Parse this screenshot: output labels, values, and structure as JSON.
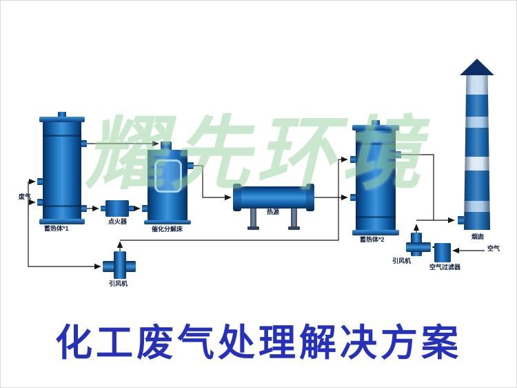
{
  "page": {
    "title": "化工废气处理解决方案",
    "watermark": "耀先环境"
  },
  "diagram": {
    "nodes": {
      "waste_gas": "废气",
      "regenerator_1": "蓄热体*1",
      "igniter": "点火器",
      "catalytic_bed": "催化分解床",
      "heat_source": "热源",
      "regenerator_2": "蓄热体*2",
      "fan_1": "引风机",
      "fan_2": "引风机",
      "air_filter": "空气过滤器",
      "air": "空气",
      "chimney": "烟囱"
    },
    "connections": [
      {
        "from": "废气",
        "to": "蓄热体*1"
      },
      {
        "from": "蓄热体*1",
        "to": "点火器"
      },
      {
        "from": "点火器",
        "to": "催化分解床"
      },
      {
        "from": "蓄热体*1",
        "to": "催化分解床"
      },
      {
        "from": "催化分解床",
        "to": "热源"
      },
      {
        "from": "热源",
        "to": "蓄热体*2"
      },
      {
        "from": "引风机",
        "to": "蓄热体*1"
      },
      {
        "from": "蓄热体*2",
        "to": "烟囱"
      },
      {
        "from": "空气",
        "to": "空气过滤器"
      },
      {
        "from": "空气过滤器",
        "to": "引风机"
      },
      {
        "from": "引风机",
        "to": "烟囱"
      }
    ],
    "colors": {
      "equipment_blue": "#1160a8",
      "equipment_dark": "#072f5f",
      "stripe_light_blue": "#a9cce8",
      "watermark_green": "#9ed6a6",
      "title_blue": "#2531b8",
      "line_black": "#151515"
    }
  }
}
